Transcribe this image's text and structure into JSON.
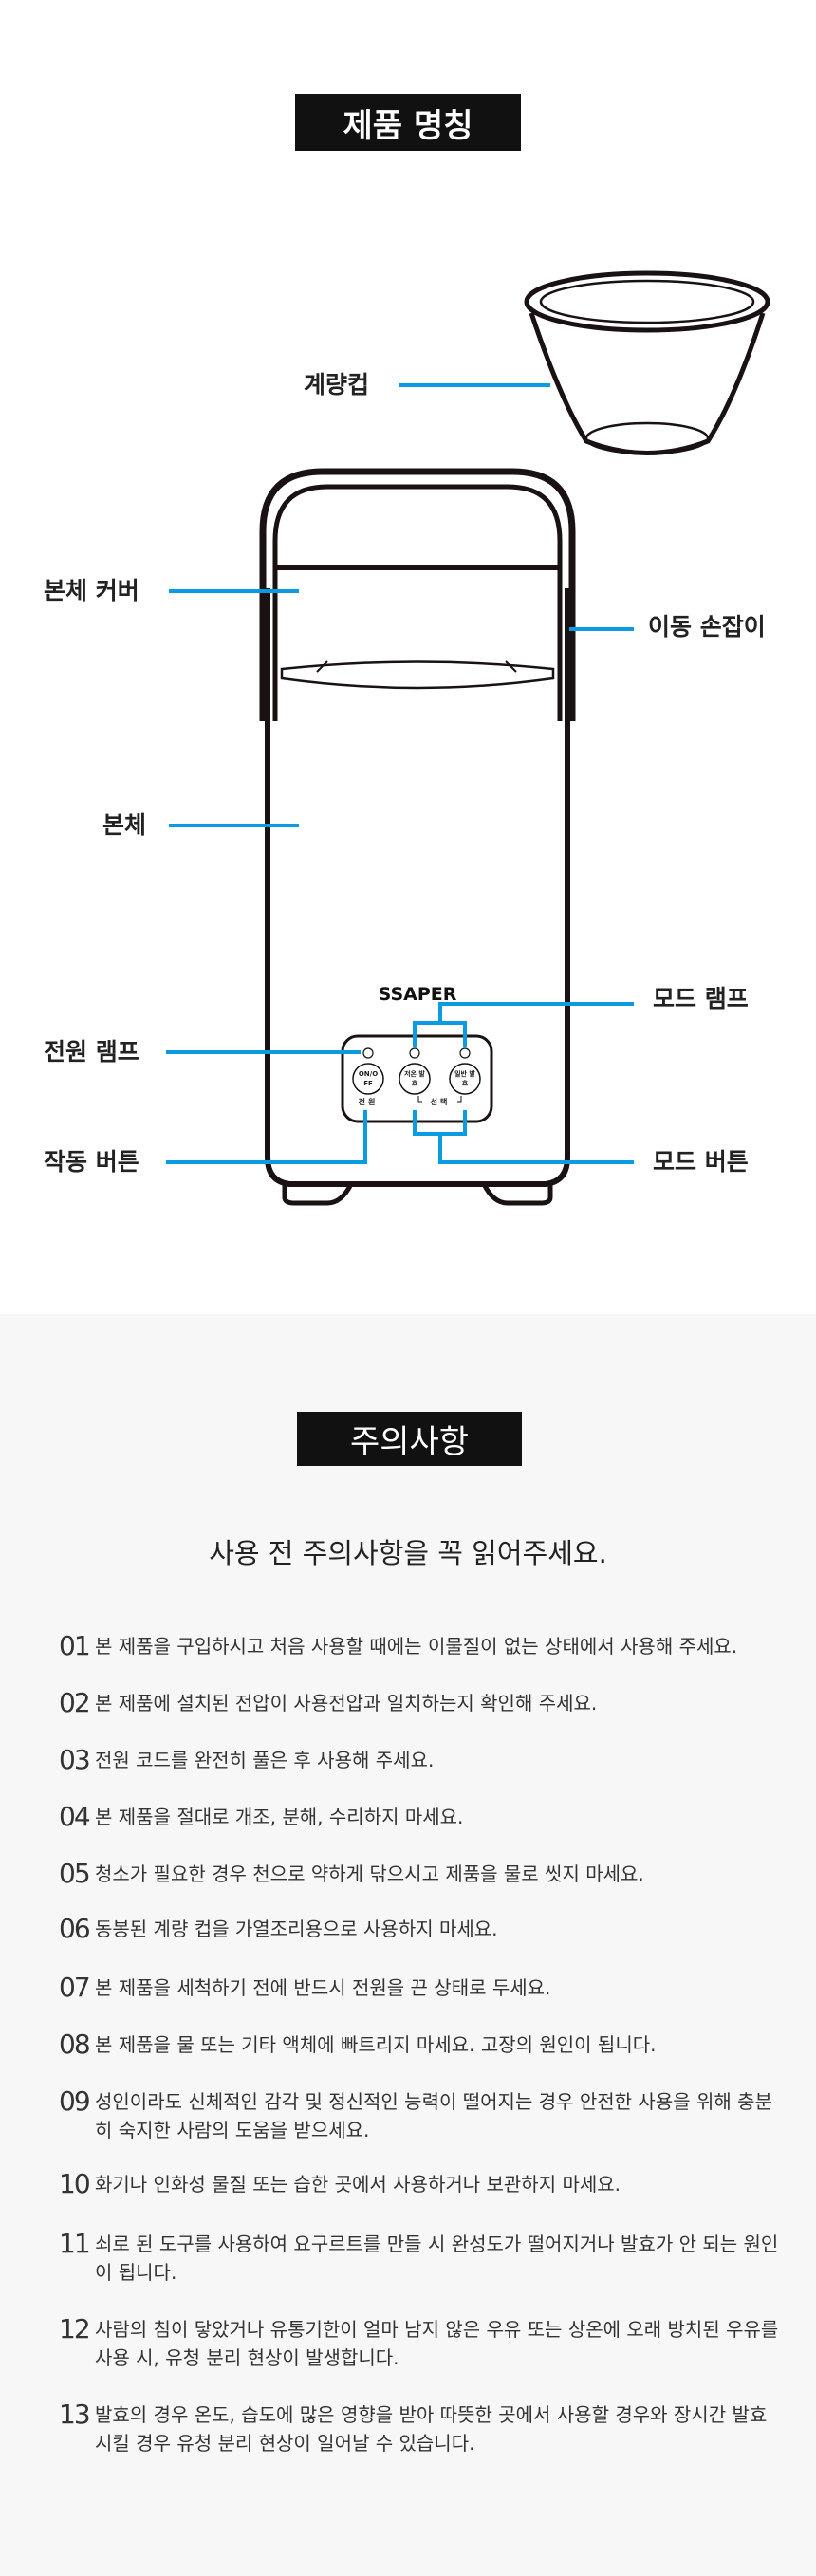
{
  "section1": {
    "title": "제품 명칭",
    "labels": {
      "measuring_cup": "계량컵",
      "body_cover": "본체 커버",
      "handle": "이동 손잡이",
      "body": "본체",
      "mode_lamp": "모드 램프",
      "power_lamp": "전원 램프",
      "operation_button": "작동 버튼",
      "mode_button": "모드 버튼"
    },
    "panel": {
      "brand": "SSAPER",
      "power_button": "ON/OFF",
      "power_label": "전원",
      "low_temp_button": "저온 발효",
      "normal_button": "일반 발효",
      "select_label": "선택"
    }
  },
  "section2": {
    "title": "주의사항",
    "subtitle": "사용 전 주의사항을 꼭 읽어주세요.",
    "items": [
      {
        "num": "01",
        "text": "본 제품을 구입하시고 처음 사용할 때에는 이물질이 없는 상태에서 사용해 주세요."
      },
      {
        "num": "02",
        "text": "본 제품에 설치된 전압이 사용전압과 일치하는지 확인해 주세요."
      },
      {
        "num": "03",
        "text": "전원 코드를 완전히 풀은 후 사용해 주세요."
      },
      {
        "num": "04",
        "text": "본 제품을 절대로 개조, 분해, 수리하지 마세요."
      },
      {
        "num": "05",
        "text": "청소가 필요한 경우 천으로 약하게 닦으시고 제품을 물로 씻지 마세요."
      },
      {
        "num": "06",
        "text": "동봉된 계량 컵을 가열조리용으로 사용하지 마세요."
      },
      {
        "num": "07",
        "text": "본 제품을 세척하기 전에 반드시 전원을 끈 상태로 두세요."
      },
      {
        "num": "08",
        "text": "본 제품을 물 또는 기타 액체에 빠트리지 마세요. 고장의 원인이 됩니다."
      },
      {
        "num": "09",
        "text": "성인이라도 신체적인 감각 및 정신적인 능력이 떨어지는 경우 안전한 사용을 위해 충분히 숙지한 사람의 도움을 받으세요."
      },
      {
        "num": "10",
        "text": "화기나 인화성 물질 또는 습한 곳에서 사용하거나 보관하지 마세요."
      },
      {
        "num": "11",
        "text": "쇠로 된 도구를 사용하여 요구르트를 만들 시 완성도가 떨어지거나 발효가 안 되는 원인이 됩니다."
      },
      {
        "num": "12",
        "text": "사람의 침이 닿았거나 유통기한이 얼마 남지 않은 우유 또는 상온에 오래 방치된 우유를 사용 시, 유청 분리 현상이 발생합니다."
      },
      {
        "num": "13",
        "text": "발효의 경우 온도, 습도에 많은 영향을 받아 따뜻한 곳에서 사용할 경우와 장시간 발효시킬 경우 유청 분리 현상이 일어날 수 있습니다."
      }
    ]
  },
  "colors": {
    "accent": "#0a9be0",
    "dark": "#111111",
    "gray_bg": "#f7f7f7"
  }
}
